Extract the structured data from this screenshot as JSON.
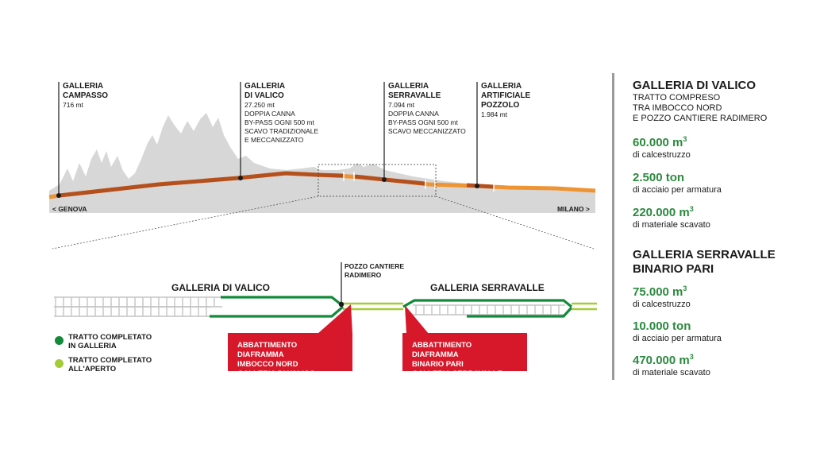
{
  "profile": {
    "left_end": "< GENOVA",
    "right_end": "MILANO >"
  },
  "tunnels": [
    {
      "name_lines": [
        "GALLERIA",
        "CAMPASSO"
      ],
      "details": [
        "716 mt"
      ]
    },
    {
      "name_lines": [
        "GALLERIA",
        "DI VALICO"
      ],
      "details": [
        "27.250 mt",
        "DOPPIA CANNA",
        "BY-PASS OGNI 500 mt",
        "SCAVO TRADIZIONALE",
        "E MECCANIZZATO"
      ]
    },
    {
      "name_lines": [
        "GALLERIA",
        "SERRAVALLE"
      ],
      "details": [
        "7.094 mt",
        "DOPPIA CANNA",
        "BY-PASS OGNI 500 mt",
        "SCAVO MECCANIZZATO"
      ]
    },
    {
      "name_lines": [
        "GALLERIA",
        "ARTIFICIALE",
        "POZZOLO"
      ],
      "details": [
        "1.984 mt"
      ]
    }
  ],
  "detail": {
    "shaft_label_1": "POZZO CANTIERE",
    "shaft_label_2": "RADIMERO",
    "left_tunnel": "GALLERIA DI VALICO",
    "right_tunnel": "GALLERIA SERRAVALLE",
    "callout_left": [
      "ABBATTIMENTO DIAFRAMMA",
      "IMBOCCO NORD",
      "GALLERIA DI VALICO"
    ],
    "callout_right": [
      "ABBATTIMENTO DIAFRAMMA",
      "BINARIO PARI",
      "GALLERIA SERRAVALLE"
    ]
  },
  "legend": [
    {
      "color": "#128a3a",
      "lines": [
        "TRATTO COMPLETATO",
        "IN GALLERIA"
      ]
    },
    {
      "color": "#a4cc39",
      "lines": [
        "TRATTO COMPLETATO",
        "ALL'APERTO"
      ]
    }
  ],
  "stats": [
    {
      "title": "GALLERIA DI VALICO",
      "subtitle_lines": [
        "TRATTO COMPRESO",
        "TRA IMBOCCO NORD",
        "E POZZO CANTIERE RADIMERO"
      ],
      "items": [
        {
          "value": "60.000 m",
          "sup": "3",
          "desc": "di calcestruzzo"
        },
        {
          "value": "2.500 ton",
          "sup": "",
          "desc": "di acciaio per armatura"
        },
        {
          "value": "220.000 m",
          "sup": "3",
          "desc": "di materiale scavato"
        }
      ]
    },
    {
      "title_lines": [
        "GALLERIA SERRAVALLE",
        "BINARIO PARI"
      ],
      "items": [
        {
          "value": "75.000 m",
          "sup": "3",
          "desc": "di calcestruzzo"
        },
        {
          "value": "10.000 ton",
          "sup": "",
          "desc": "di acciaio per armatura"
        },
        {
          "value": "470.000 m",
          "sup": "3",
          "desc": "di materiale scavato"
        }
      ]
    }
  ],
  "colors": {
    "tunnel": "#b4501e",
    "open_track": "#ee9433",
    "terrain": "#d7d7d7",
    "complete_tunnel": "#128a3a",
    "complete_open": "#a4cc39",
    "callout": "#d7182a",
    "stat_value": "#2b8a3e"
  }
}
